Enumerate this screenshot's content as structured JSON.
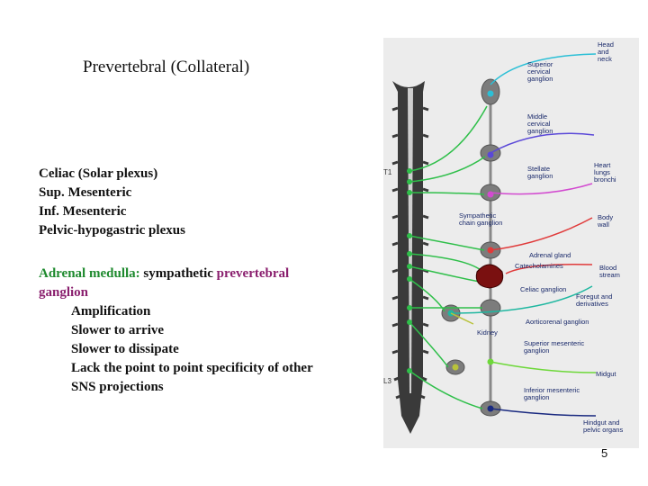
{
  "title": "Prevertebral (Collateral)",
  "plexuses": [
    "Celiac (Solar plexus)",
    "Sup.  Mesenteric",
    "Inf.  Mesenteric",
    "Pelvic-hypogastric plexus"
  ],
  "medulla": {
    "lead_green": "Adrenal medulla:",
    "lead_black": " sympathetic ",
    "lead_purple": "prevertebral",
    "lead_purple2": "ganglion",
    "points": [
      "Amplification",
      "Slower to arrive",
      "Slower to dissipate",
      "Lack the point to point specificity of other",
      "SNS projections"
    ]
  },
  "figure": {
    "level_t1": "T1",
    "level_l3": "L3",
    "labels": {
      "head_neck": [
        "Head",
        "and",
        "neck"
      ],
      "sup_cervical": [
        "Superior",
        "cervical",
        "ganglion"
      ],
      "mid_cervical": [
        "Middle",
        "cervical",
        "ganglion"
      ],
      "heart": [
        "Heart",
        "lungs",
        "bronchi"
      ],
      "stellate": [
        "Stellate",
        "ganglion"
      ],
      "body_wall": [
        "Body",
        "wall"
      ],
      "symp_chain": [
        "Sympathetic",
        "chain ganglion"
      ],
      "adrenal": "Adrenal gland",
      "catechol": "Catecholamines",
      "blood": [
        "Blood",
        "stream"
      ],
      "celiac": "Celiac ganglion",
      "foregut": [
        "Foregut and",
        "derivatives"
      ],
      "aorticorenal": "Aorticorenal ganglion",
      "kidney": "Kidney",
      "sup_mes": [
        "Superior mesenteric",
        "ganglion"
      ],
      "midgut": "Midgut",
      "inf_mes": [
        "Inferior mesenteric",
        "ganglion"
      ],
      "hindgut": [
        "Hindgut and",
        "pelvic organs"
      ]
    },
    "colors": {
      "cyan": "#2bbfd6",
      "blue": "#5a48d8",
      "magenta": "#d24ad0",
      "red": "#e03a3a",
      "green": "#2fbf4a",
      "olive": "#b8c23a",
      "lime": "#6ed83a",
      "navy": "#1a2a80",
      "teal": "#1fb7a0"
    }
  },
  "slide_number": "5"
}
